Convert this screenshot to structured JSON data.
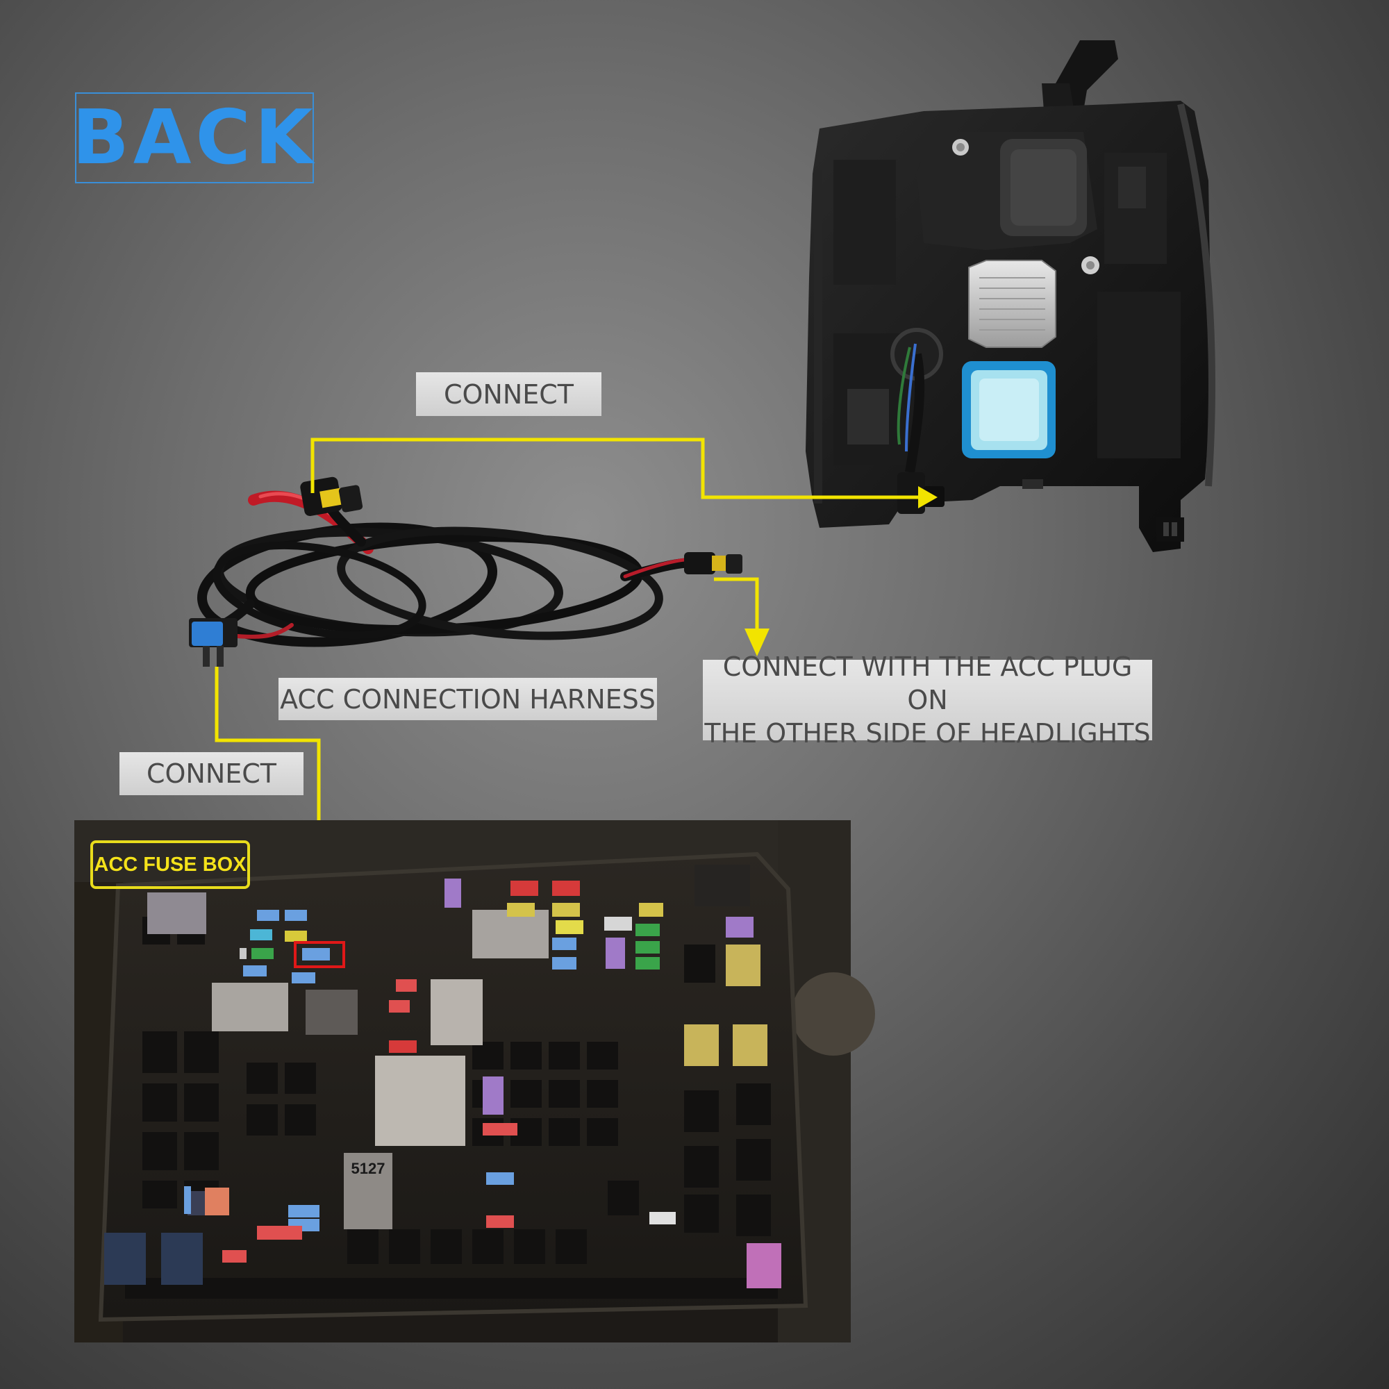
{
  "title": "BACK",
  "labels": {
    "connect_top": "CONNECT",
    "harness": "ACC CONNECTION HARNESS",
    "acc_plug_line1": "CONNECT WITH THE ACC PLUG ON",
    "acc_plug_line2": "THE OTHER SIDE OF HEADLIGHTS",
    "connect_bottom": "CONNECT"
  },
  "fuse_box": {
    "label": "ACC FUSE BOX",
    "relay_1": "5127"
  },
  "colors": {
    "title_blue": "#2f93ea",
    "arrow_yellow": "#f2e400",
    "highlight_red": "#e01818",
    "label_bg": "#dcdcdc"
  }
}
